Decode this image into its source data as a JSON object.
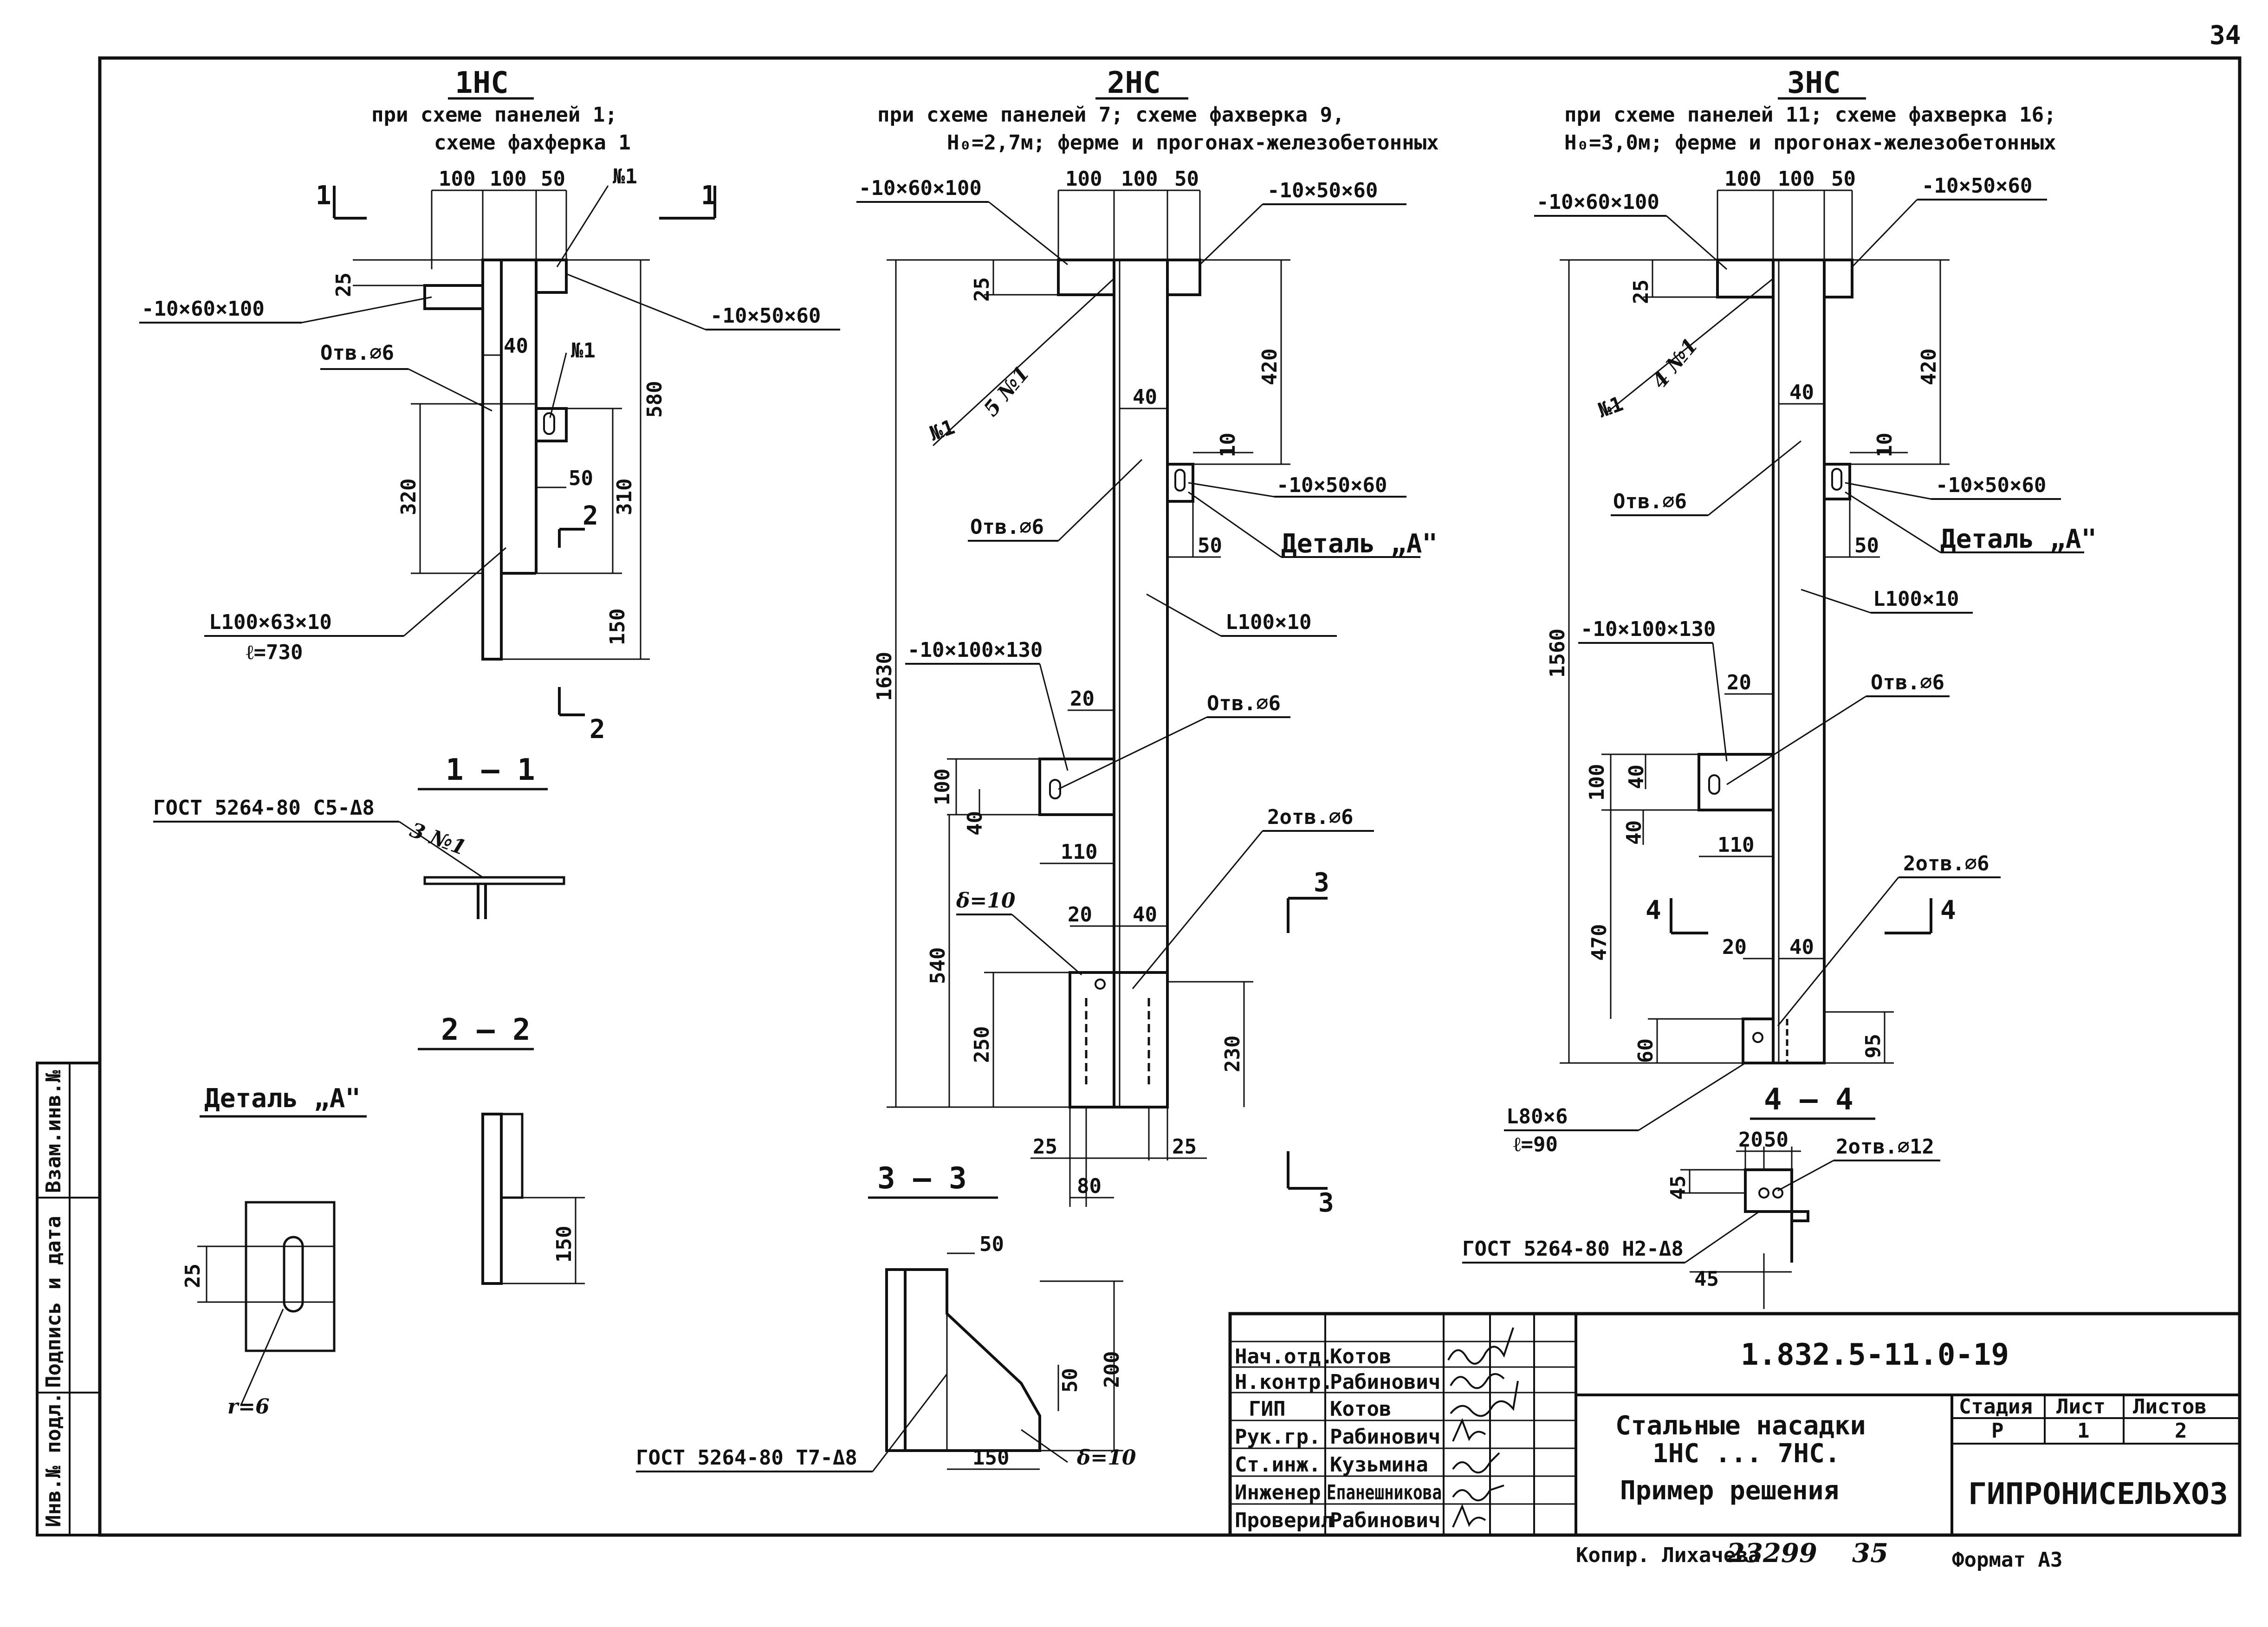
{
  "sheet": {
    "page_number": "34",
    "left_strip": [
      "Инв.№ подл.",
      "Подпись и дата",
      "Взам.инв.№"
    ],
    "copied_by": "Копир. Лихачева",
    "order_no": "23299",
    "order_page": "35",
    "format": "Формат А3"
  },
  "units": {
    "nc1": {
      "title": "1НС",
      "subtitle1": "при схеме панелей 1;",
      "subtitle2": "схеме фахферка 1",
      "dims": {
        "d100a": "100",
        "d100b": "100",
        "d50": "50",
        "d25": "25",
        "d40": "40",
        "d580": "580",
        "d320": "320",
        "d310": "310",
        "d50b": "50",
        "d150": "150"
      },
      "labels": {
        "plate1": "-10×60×100",
        "plate2": "-10×50×60",
        "hole": "Отв.⌀6",
        "ref1": "№1",
        "ref2": "№1",
        "angle": "L100×63×10",
        "length": "ℓ=730",
        "cut1": "1",
        "cut1b": "1",
        "cut2": "2",
        "cut2b": "2"
      }
    },
    "nc2": {
      "title": "2НС",
      "subtitle1": "при схеме панелей 7; схеме фахверка 9,",
      "subtitle2": "Н₀=2,7м; ферме и прогонах-железобетонных",
      "dims": {
        "d100a": "100",
        "d100b": "100",
        "d50": "50",
        "d25": "25",
        "d420": "420",
        "d40": "40",
        "d10": "10",
        "d1630": "1630",
        "d50b": "50",
        "d20": "20",
        "d100": "100",
        "d40b": "40",
        "d110": "110",
        "d20b": "20",
        "d40c": "40",
        "d540": "540",
        "d250": "250",
        "d230": "230",
        "d25b": "25",
        "d80": "80",
        "d25c": "25"
      },
      "labels": {
        "plate1": "-10×60×100",
        "plate2": "-10×50×60",
        "plate3": "-10×50×60",
        "ref1": "№1",
        "ref5": "5 №1",
        "hole1": "Отв.⌀6",
        "detail": "Деталь „А\"",
        "angle": "L100×10",
        "plate4": "-10×100×130",
        "hole2": "Отв.⌀6",
        "hole3": "2отв.⌀6",
        "delta": "δ=10",
        "cut3": "3",
        "cut3b": "3"
      }
    },
    "nc3": {
      "title": "3НС",
      "subtitle1": "при схеме панелей 11; схеме фахверка 16;",
      "subtitle2": "Н₀=3,0м; ферме и прогонах-железобетонных",
      "dims": {
        "d100a": "100",
        "d100b": "100",
        "d50": "50",
        "d25": "25",
        "d420": "420",
        "d40": "40",
        "d10": "10",
        "d1560": "1560",
        "d50b": "50",
        "d20": "20",
        "d100": "100",
        "d40b": "40",
        "d40c": "40",
        "d110": "110",
        "d470": "470",
        "d20b": "20",
        "d40d": "40",
        "d60": "60",
        "d95": "95"
      },
      "labels": {
        "plate1": "-10×60×100",
        "plate2": "-10×50×60",
        "ref1": "№1",
        "ref4": "4 №1",
        "hole1": "Отв.⌀6",
        "plate3": "-10×50×60",
        "detail": "Деталь „А\"",
        "angle": "L100×10",
        "plate4": "-10×100×130",
        "hole2": "Отв.⌀6",
        "hole3": "2отв.⌀6",
        "angle2": "L80×6",
        "length2": "ℓ=90",
        "cut4": "4",
        "cut4b": "4"
      }
    }
  },
  "sections": {
    "s11": {
      "title": "1 — 1",
      "gost": "ГОСТ 5264-80 С5-Δ8",
      "ref": "3 №1"
    },
    "s22": {
      "title": "2 — 2",
      "d150": "150"
    },
    "detailA": {
      "title": "Деталь „А\"",
      "d25": "25",
      "r": "r=6"
    },
    "s33": {
      "title": "3 — 3",
      "d50": "50",
      "d50b": "50",
      "d200": "200",
      "d150": "150",
      "delta": "δ=10",
      "gost": "ГОСТ 5264-80 Т7-Δ8"
    },
    "s44": {
      "title": "4 — 4",
      "d20": "20",
      "d50": "50",
      "d45": "45",
      "d45b": "45",
      "holes": "2отв.⌀12",
      "gost": "ГОСТ 5264-80 Н2-Δ8"
    }
  },
  "title_block": {
    "roles": [
      "Нач.отд.",
      "Н.контр.",
      "ГИП",
      "Рук.гр.",
      "Ст.инж.",
      "Инженер",
      "Проверил"
    ],
    "names": [
      "Котов",
      "Рабинович",
      "Котов",
      "Рабинович",
      "Кузьмина",
      "Епанешникова",
      "Рабинович"
    ],
    "doc_code": "1.832.5-11.0-19",
    "title_line1": "Стальные насадки",
    "title_line2": "1НС ... 7НС.",
    "title_line3": "Пример решения",
    "stage_h": "Стадия",
    "sheet_h": "Лист",
    "sheets_h": "Листов",
    "stage": "Р",
    "sheet": "1",
    "sheets": "2",
    "org": "ГИПРОНИСЕЛЬХОЗ"
  }
}
